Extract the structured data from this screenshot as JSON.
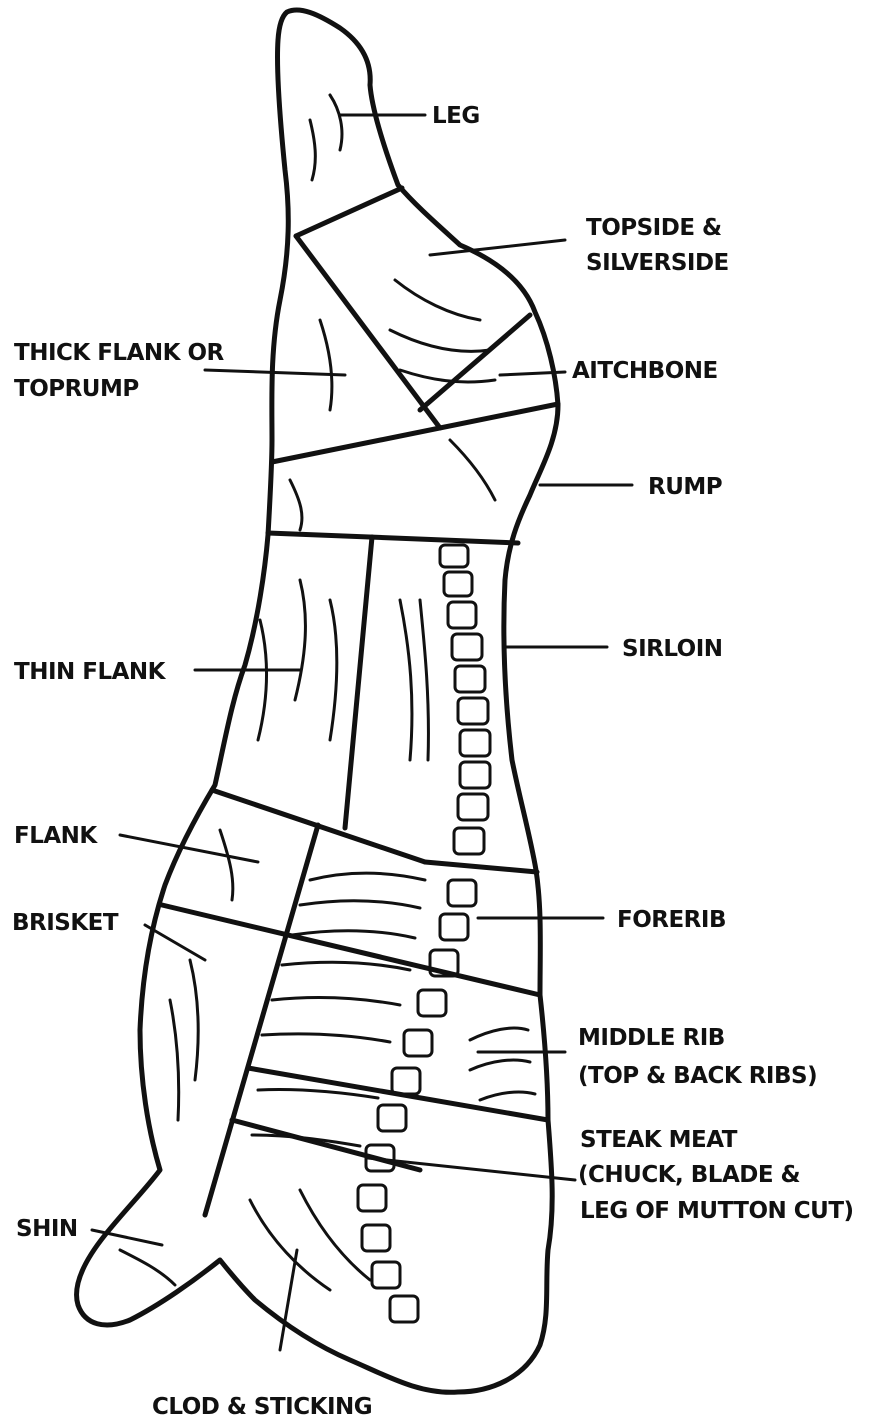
{
  "diagram": {
    "labels": {
      "leg": "LEG",
      "topside_line1": "TOPSIDE &",
      "topside_line2": "SILVERSIDE",
      "thick_flank_line1": "THICK FLANK OR",
      "thick_flank_line2": "TOPRUMP",
      "aitchbone": "AITCHBONE",
      "rump": "RUMP",
      "thin_flank": "THIN FLANK",
      "sirloin": "SIRLOIN",
      "flank": "FLANK",
      "brisket": "BRISKET",
      "forerib": "FORERIB",
      "middle_rib_line1": "MIDDLE RIB",
      "middle_rib_line2": "(TOP & BACK RIBS)",
      "steak_meat_line1": "STEAK MEAT",
      "steak_meat_line2": "(CHUCK, BLADE &",
      "steak_meat_line3": "LEG OF MUTTON CUT)",
      "shin": "SHIN",
      "clod": "CLOD & STICKING"
    }
  }
}
